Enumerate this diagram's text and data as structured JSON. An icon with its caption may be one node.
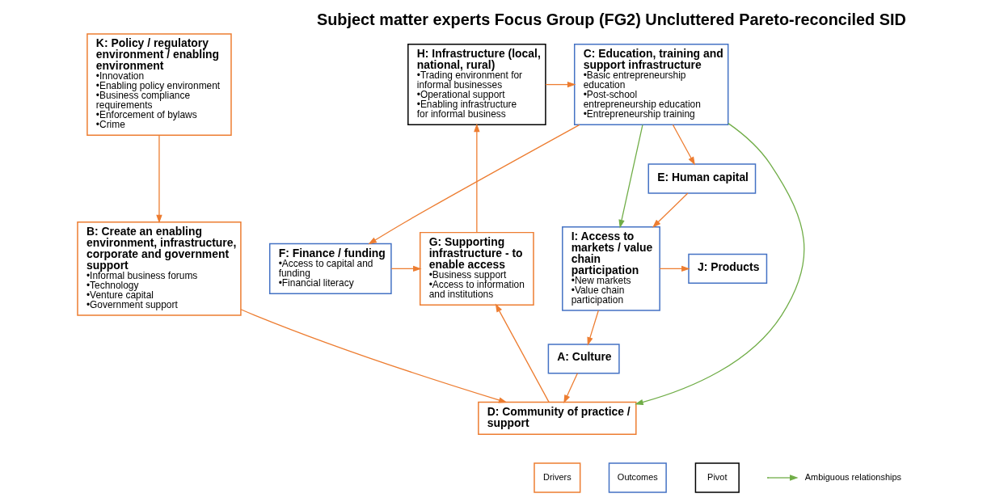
{
  "diagram": {
    "title": "Subject matter experts Focus Group (FG2) Uncluttered Pareto-reconciled SID",
    "nodes": [
      {
        "text": [
          "K: Policy / regulatory environment / enabling environment",
          "•Innovation",
          "•Enabling policy environment",
          "•Business compliance requirements",
          "•Enforcement of bylaws",
          "•Crime"
        ]
      },
      {
        "text": [
          "H: Infrastructure (local, national, rural)",
          "•Trading environment for informal businesses",
          "•Operational support",
          "•Enabling infrastructure for informal business"
        ]
      },
      {
        "text": [
          "C: Education, training and support infrastructure",
          "•Basic entrepreneurship education",
          "•Post-school entrepreneurship education",
          "•Entrepreneurship training"
        ]
      },
      {
        "text": [
          "E: Human capital"
        ]
      },
      {
        "text": [
          "B: Create an enabling environment, infrastructure, corporate and government support",
          "•Informal business forums",
          "•Technology",
          "•Venture capital",
          "•Government support"
        ]
      },
      {
        "text": [
          "G: Supporting infrastructure - to enable access",
          "•Business support",
          "•Access to information and institutions"
        ]
      },
      {
        "text": [
          "F: Finance / funding",
          "•Access to capital and funding",
          "•Financial literacy"
        ]
      },
      {
        "text": [
          "I: Access to markets / value chain participation",
          "•New markets",
          "•Value chain participation"
        ]
      },
      {
        "text": [
          "J: Products"
        ]
      },
      {
        "text": [
          "D: Community of practice / support"
        ]
      },
      {
        "text": [
          "A: Culture"
        ]
      }
    ],
    "edges": [
      {
        "from": 0,
        "to": 4,
        "arrow": "to"
      },
      {
        "from": 4,
        "to": 9,
        "arrow": "to"
      },
      {
        "from": 9,
        "to": 5,
        "arrow": "to"
      },
      {
        "from": 5,
        "to": 1,
        "arrow": "to"
      },
      {
        "from": 1,
        "to": 2,
        "arrow": "to"
      },
      {
        "from": 2,
        "to": 6,
        "arrow": "to"
      },
      {
        "from": 6,
        "to": 5,
        "arrow": "to"
      },
      {
        "from": 2,
        "to": 3,
        "arrow": "to"
      },
      {
        "from": 2,
        "to": 7,
        "arrow": "to",
        "color": "#70ad47"
      },
      {
        "from": 2,
        "to": 9,
        "arrow": "to",
        "color": "#70ad47"
      },
      {
        "from": 3,
        "to": 7,
        "arrow": "to"
      },
      {
        "from": 7,
        "to": 8,
        "arrow": "to"
      },
      {
        "from": 7,
        "to": 10,
        "arrow": "to"
      },
      {
        "from": 10,
        "to": 9,
        "arrow": "to"
      }
    ],
    "legend": [
      {
        "text": "Drivers"
      },
      {
        "text": "Outcomes"
      },
      {
        "text": "Pivot"
      },
      {
        "text": "Ambiguous relationships"
      }
    ]
  }
}
